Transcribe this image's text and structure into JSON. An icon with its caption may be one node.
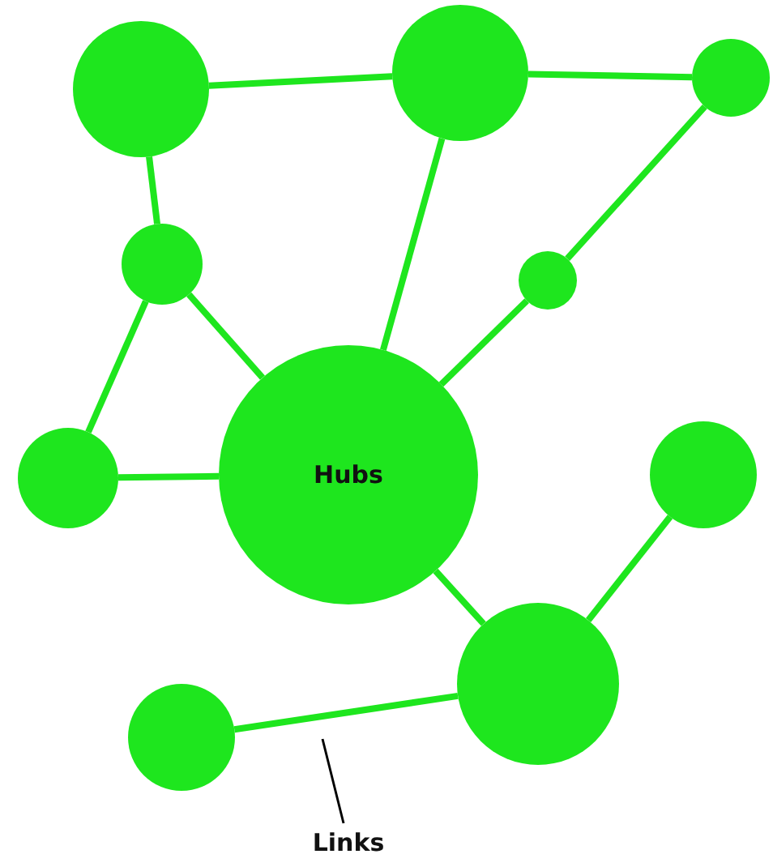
{
  "diagram": {
    "nodes": [
      {
        "text": [],
        "shape": "circle"
      },
      {
        "text": [],
        "shape": "circle"
      },
      {
        "text": [],
        "shape": "circle"
      },
      {
        "text": [],
        "shape": "circle"
      },
      {
        "text": [],
        "shape": "circle"
      },
      {
        "text": [
          "Hubs"
        ]
      },
      {
        "text": [],
        "shape": "circle"
      },
      {
        "text": [],
        "shape": "circle"
      },
      {
        "text": [],
        "shape": "circle"
      },
      {
        "text": [],
        "shape": "circle"
      },
      {
        "text": [
          "Links"
        ]
      }
    ],
    "edges": [
      {
        "from": 0,
        "to": 1,
        "arrow": "none"
      },
      {
        "from": 1,
        "to": 2,
        "arrow": "none"
      },
      {
        "from": 0,
        "to": 3,
        "arrow": "none"
      },
      {
        "from": 3,
        "to": 5,
        "arrow": "none"
      },
      {
        "from": 3,
        "to": 6,
        "arrow": "none"
      },
      {
        "from": 6,
        "to": 5,
        "arrow": "none"
      },
      {
        "from": 1,
        "to": 5,
        "arrow": "none"
      },
      {
        "from": 2,
        "to": 4,
        "arrow": "none"
      },
      {
        "from": 4,
        "to": 5,
        "arrow": "none"
      },
      {
        "from": 5,
        "to": 8,
        "arrow": "none"
      },
      {
        "from": 8,
        "to": 7,
        "arrow": "none"
      },
      {
        "from": 8,
        "to": 9,
        "arrow": "none"
      },
      {
        "from": 10,
        "to": null,
        "arrow": "none",
        "color": "#000000"
      }
    ]
  }
}
